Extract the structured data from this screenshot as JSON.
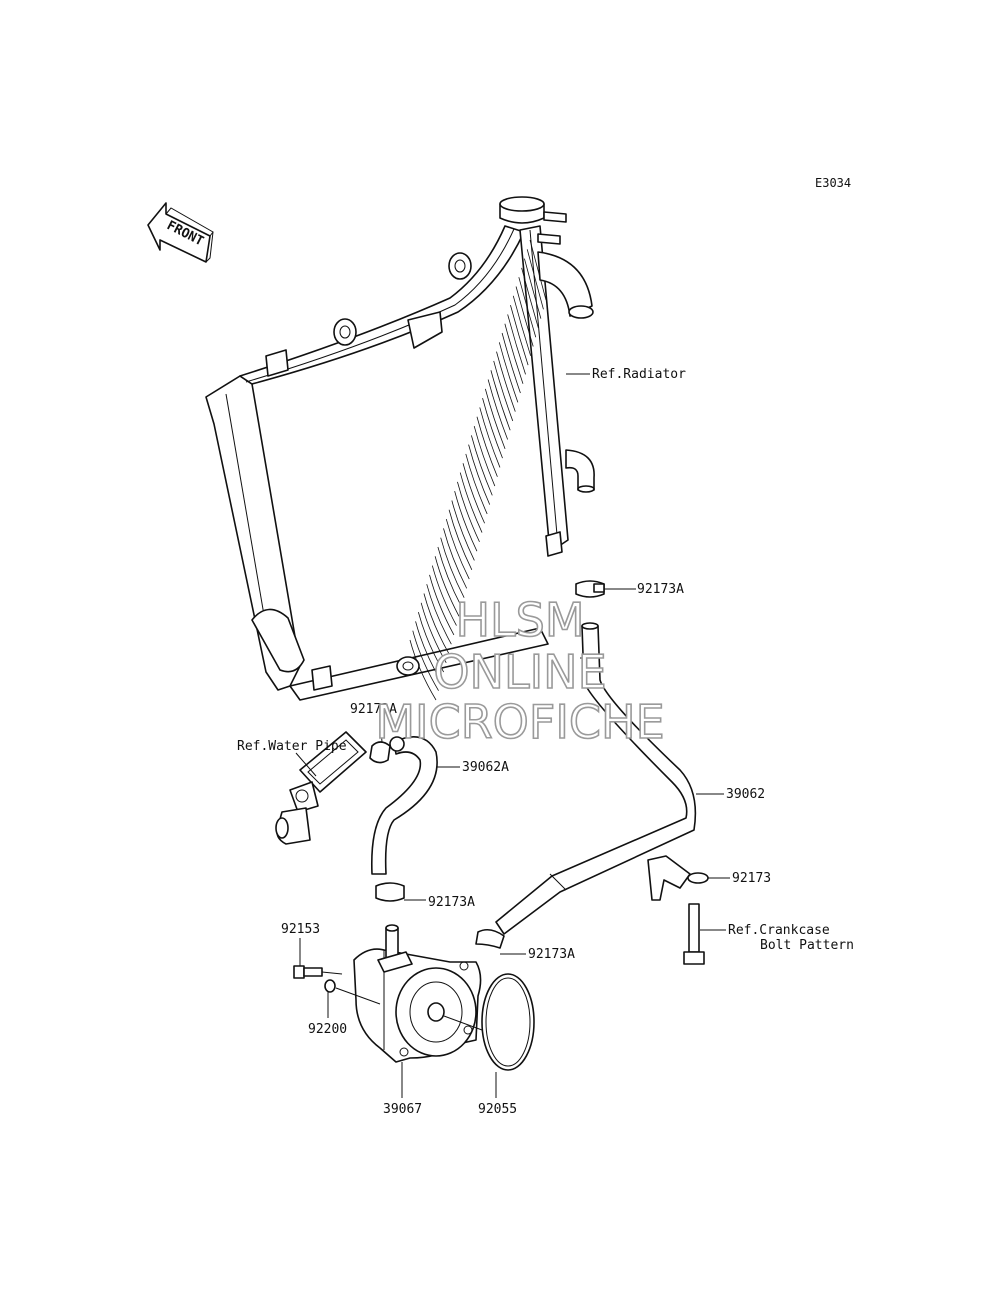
{
  "diagram_code": "E3034",
  "front_label": "FRONT",
  "watermark": [
    "HLSM",
    "ONLINE",
    "MICROFICHE"
  ],
  "callouts": {
    "ref_radiator": "Ref.Radiator",
    "clamp_upper": "92173A",
    "clamp_hose_top": "92173A",
    "ref_water_pipe": "Ref.Water Pipe",
    "hose_short": "39062A",
    "hose_long": "39062",
    "bracket": "92173",
    "ref_crankcase_1": "Ref.Crankcase",
    "ref_crankcase_2": "Bolt Pattern",
    "clamp_lower_left": "92173A",
    "clamp_lower_right": "92173A",
    "bolt": "92153",
    "washer": "92200",
    "oil_cooler": "39067",
    "o_ring": "92055"
  },
  "colors": {
    "line": "#111111",
    "watermark_outline": "#9a9a9a",
    "background": "#ffffff"
  }
}
